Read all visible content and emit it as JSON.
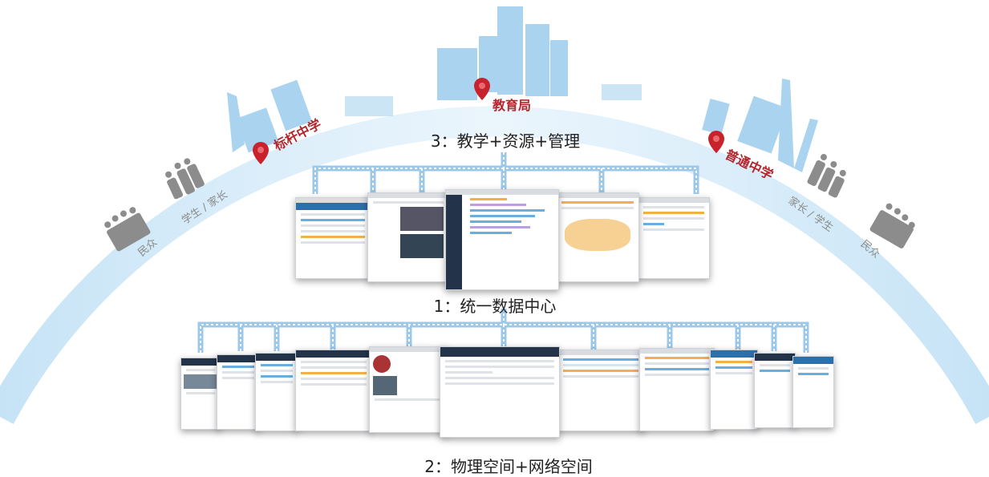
{
  "levels": {
    "top": "3：教学+资源+管理",
    "middle": "1：统一数据中心",
    "bottom": "2：物理空间+网络空间"
  },
  "locations": {
    "center": "教育局",
    "left": "标杆中学",
    "right": "普通中学"
  },
  "people": {
    "left_public": "民众",
    "left_family": "学生 / 家长",
    "right_family": "家长 / 学生",
    "right_public": "民众"
  },
  "colors": {
    "arc": "#cfe6f6",
    "building": "#a9d3ef",
    "pin": "#c8222d",
    "connector": "#9cc8ea",
    "people": "#8c8c8c"
  }
}
